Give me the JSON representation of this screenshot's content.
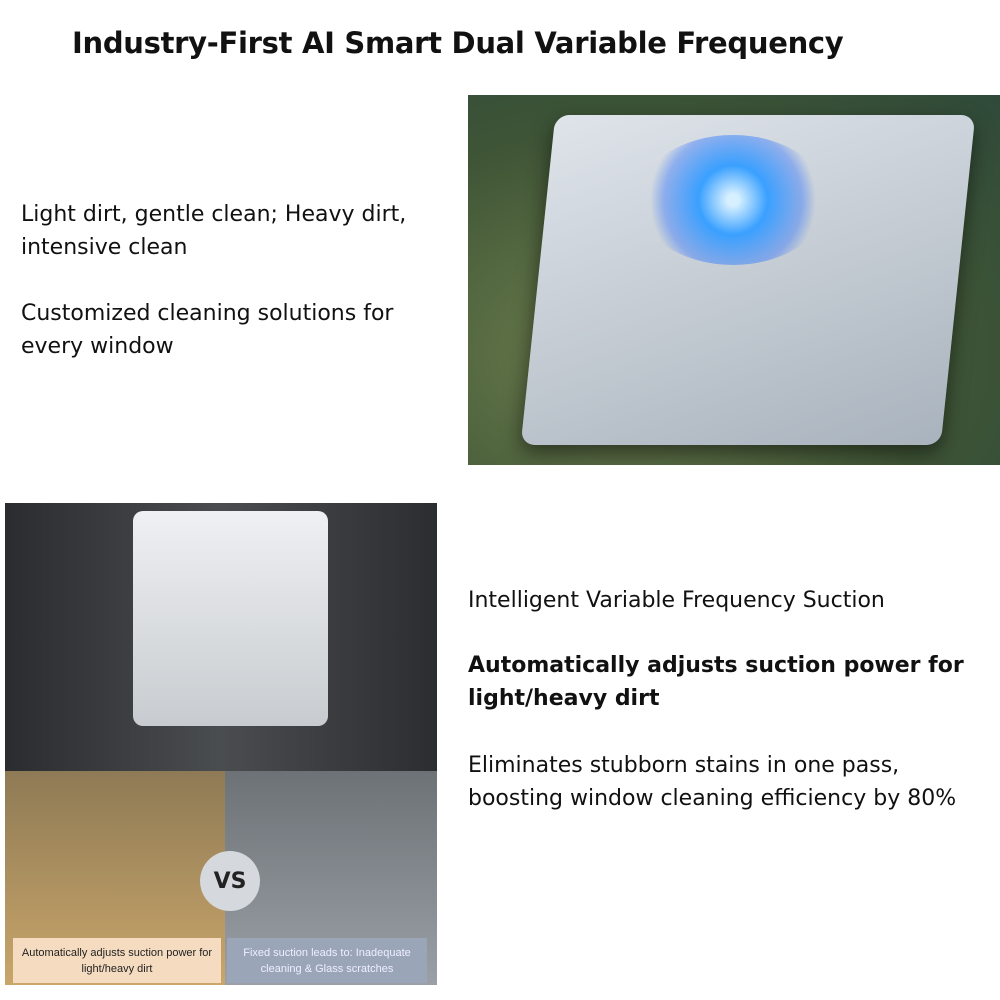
{
  "title": "Industry-First AI Smart Dual Variable Frequency",
  "left_text": {
    "line1": "Light dirt, gentle clean; Heavy dirt, intensive clean",
    "line2": "Customized cleaning solutions for every window"
  },
  "right_text": {
    "heading": "Intelligent Variable Frequency Suction",
    "bold": "Automatically adjusts suction power for light/heavy dirt",
    "body": "Eliminates stubborn stains in one pass, boosting window cleaning efficiency by 80%"
  },
  "comparison": {
    "vs": "VS",
    "left_caption": "Automatically adjusts suction power for light/heavy dirt",
    "right_caption": "Fixed suction leads to: Inadequate cleaning & Glass scratches"
  }
}
